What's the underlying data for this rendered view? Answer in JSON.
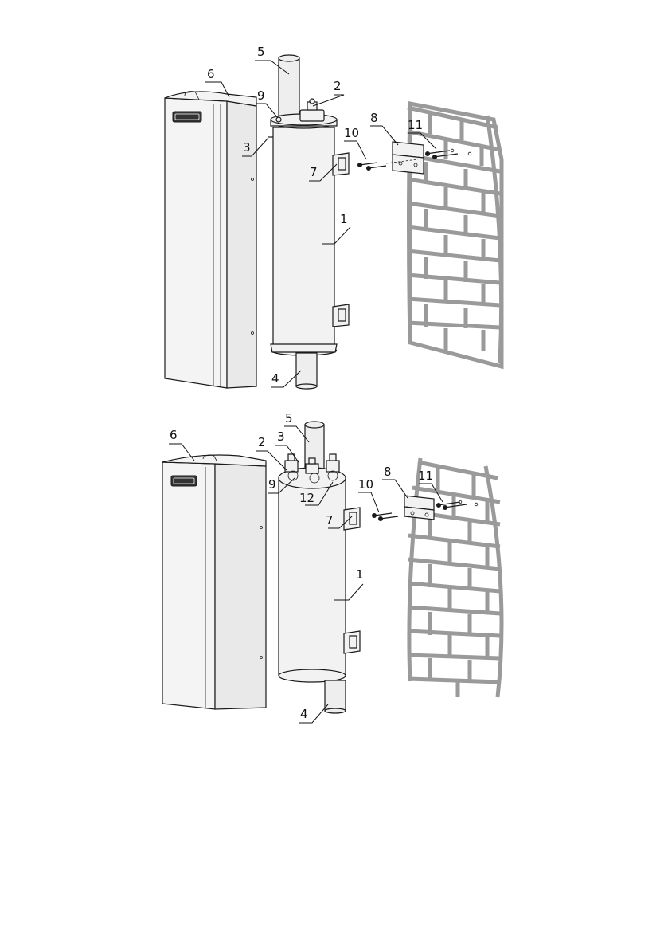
{
  "figures": [
    {
      "id": "top",
      "labels": {
        "p1": "1",
        "p2": "2",
        "p3": "3",
        "p4": "4",
        "p5": "5",
        "p6": "6",
        "p7": "7",
        "p8": "8",
        "p9": "9",
        "p10": "10",
        "p11": "11"
      }
    },
    {
      "id": "bottom",
      "labels": {
        "p1": "1",
        "p2": "2",
        "p3": "3",
        "p4": "4",
        "p5": "5",
        "p6": "6",
        "p7": "7",
        "p8": "8",
        "p9": "9",
        "p10": "10",
        "p11": "11",
        "p12": "12"
      }
    }
  ],
  "colors": {
    "line": "#1a1a1a",
    "brick_mortar": "#9a9a9a",
    "logo_plate": "#333333"
  },
  "icons": {
    "casing_logo": "brand-logo-plate"
  }
}
